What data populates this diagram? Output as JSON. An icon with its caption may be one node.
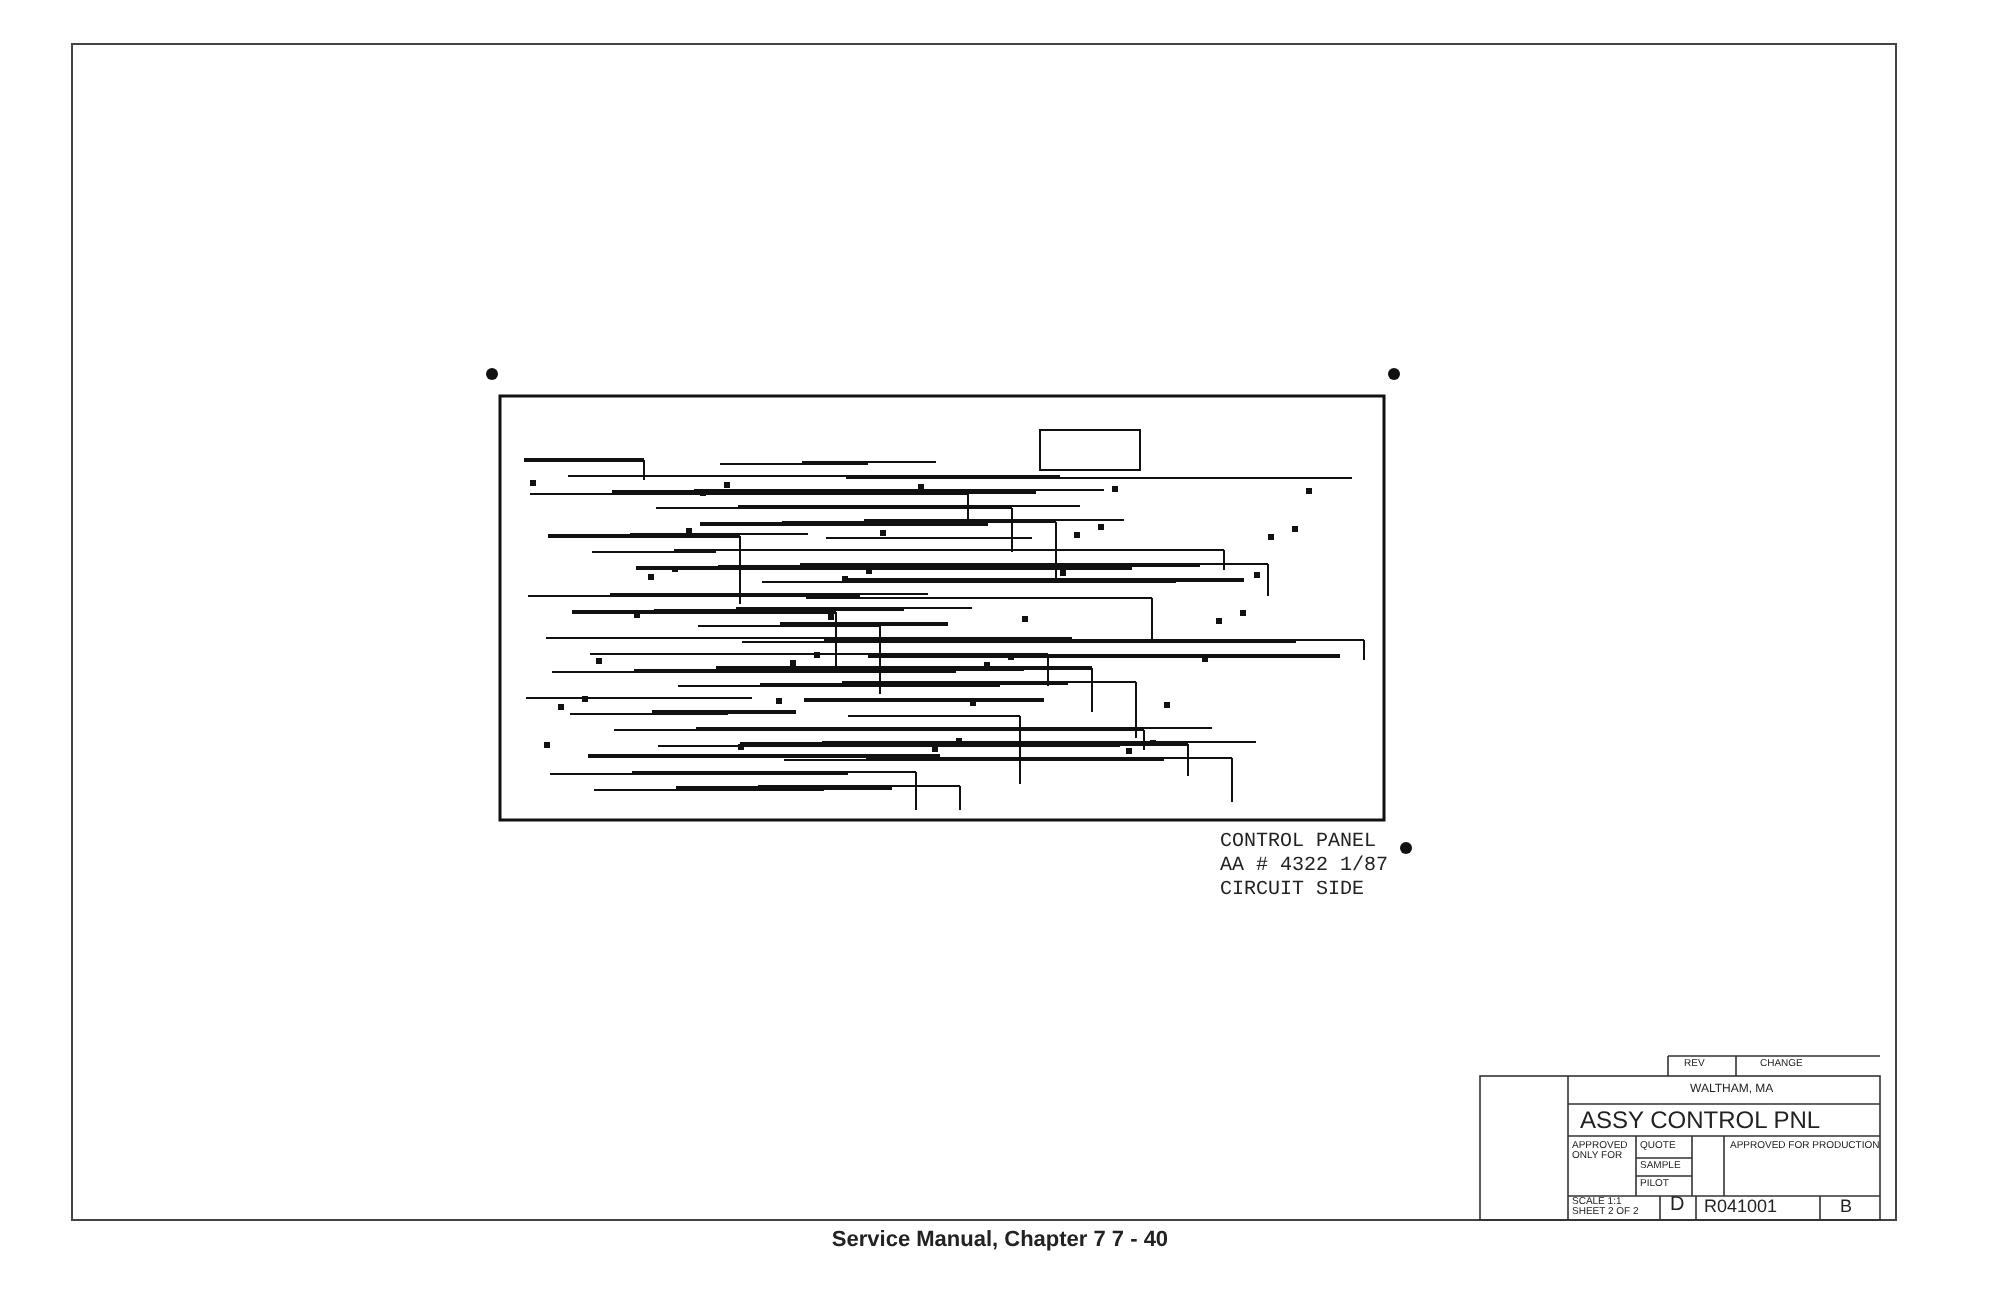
{
  "diagram": {
    "caption": "Service Manual, Chapter 7 7 - 40",
    "labels": [
      "CONTROL PANEL",
      "AA # 4322 1/87",
      "CIRCUIT SIDE",
      "REV",
      "CHANGE",
      "WALTHAM, MA",
      "ASSY CONTROL PNL",
      "APPROVED ONLY FOR",
      "QUOTE",
      "APPROVED FOR PRODUCTION",
      "SAMPLE",
      "PILOT",
      "SCALE 1:1",
      "SHEET 2 OF 2",
      "D",
      "R041001",
      "B"
    ]
  }
}
